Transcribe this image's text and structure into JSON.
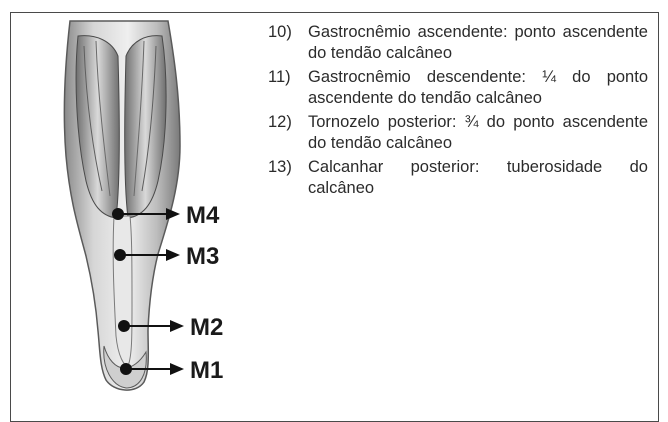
{
  "figure": {
    "markers": [
      {
        "label": "M4"
      },
      {
        "label": "M3"
      },
      {
        "label": "M2"
      },
      {
        "label": "M1"
      }
    ]
  },
  "list": [
    {
      "number": "10)",
      "text": "Gastrocnêmio ascendente: ponto ascendente do tendão calcâneo"
    },
    {
      "number": "11)",
      "text": "Gastrocnêmio descendente: ¼ do ponto ascendente do tendão calcâneo"
    },
    {
      "number": "12)",
      "text": "Tornozelo posterior: ¾ do ponto ascendente do tendão calcâneo"
    },
    {
      "number": "13)",
      "text": "Calcanhar posterior: tuberosidade do calcâneo"
    }
  ]
}
